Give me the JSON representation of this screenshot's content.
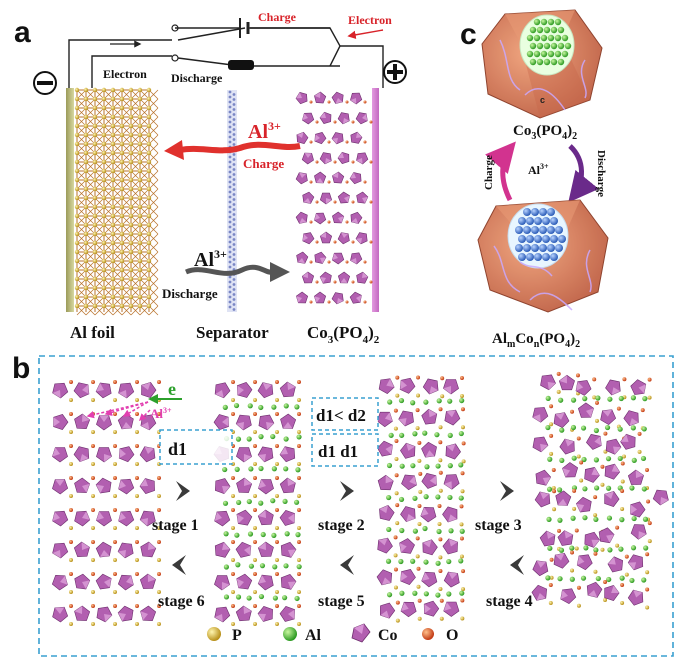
{
  "panels": {
    "a": {
      "letter": "a",
      "charge_label": "Charge",
      "electron_label_top": "Electron",
      "electron_label_left": "Electron",
      "discharge_label_switch": "Discharge",
      "ion_charge_label": "Al",
      "ion_charge_sup": "3+",
      "charge_arrow_label": "Charge",
      "ion_discharge_label": "Al",
      "ion_discharge_sup": "3+",
      "discharge_arrow_label": "Discharge",
      "al_foil_label": "Al foil",
      "separator_label": "Separator",
      "cathode_label": "Co",
      "cathode_sub1": "3",
      "cathode_mid": "(PO",
      "cathode_sub2": "4",
      "cathode_end": ")",
      "cathode_sub3": "2",
      "minus_symbol": "−",
      "plus_symbol": "+"
    },
    "b": {
      "letter": "b",
      "electron_symbol": "e",
      "ion_label": "Al",
      "ion_sup": "3+",
      "d1_label": "d1",
      "d1_lt_d2_label": "d1< d2",
      "d1_d1_label": "d1 d1",
      "stages": [
        "stage 1",
        "stage 2",
        "stage 3",
        "stage 4",
        "stage 5",
        "stage 6"
      ],
      "legend": [
        {
          "name": "P",
          "color": "#c9a227"
        },
        {
          "name": "Al",
          "color": "#48c33c"
        },
        {
          "name": "Co",
          "color": "#b25fb0"
        },
        {
          "name": "O",
          "color": "#e0502a"
        }
      ]
    },
    "c": {
      "letter": "c",
      "top_label": "Co",
      "top_sub1": "3",
      "top_mid": "(PO",
      "top_sub2": "4",
      "top_end": ")",
      "top_sub3": "2",
      "charge_label": "Charge",
      "discharge_label": "Discharge",
      "ion_label": "Al",
      "ion_sup": "3+",
      "bottom_label": "Al",
      "bottom_sub1": "m",
      "bottom_mid": "Co",
      "bottom_sub2": "n",
      "bottom_mid2": "(PO",
      "bottom_sub3": "4",
      "bottom_end": ")",
      "bottom_sub4": "2",
      "small_c": "c"
    }
  },
  "colors": {
    "copper": "#b8722c",
    "co_purple": "#b25fb0",
    "p_gold": "#c9a227",
    "al_green": "#48c33c",
    "o_orange": "#e0502a",
    "charge_red": "#e0312d",
    "box_dash": "#3aa0d0"
  }
}
